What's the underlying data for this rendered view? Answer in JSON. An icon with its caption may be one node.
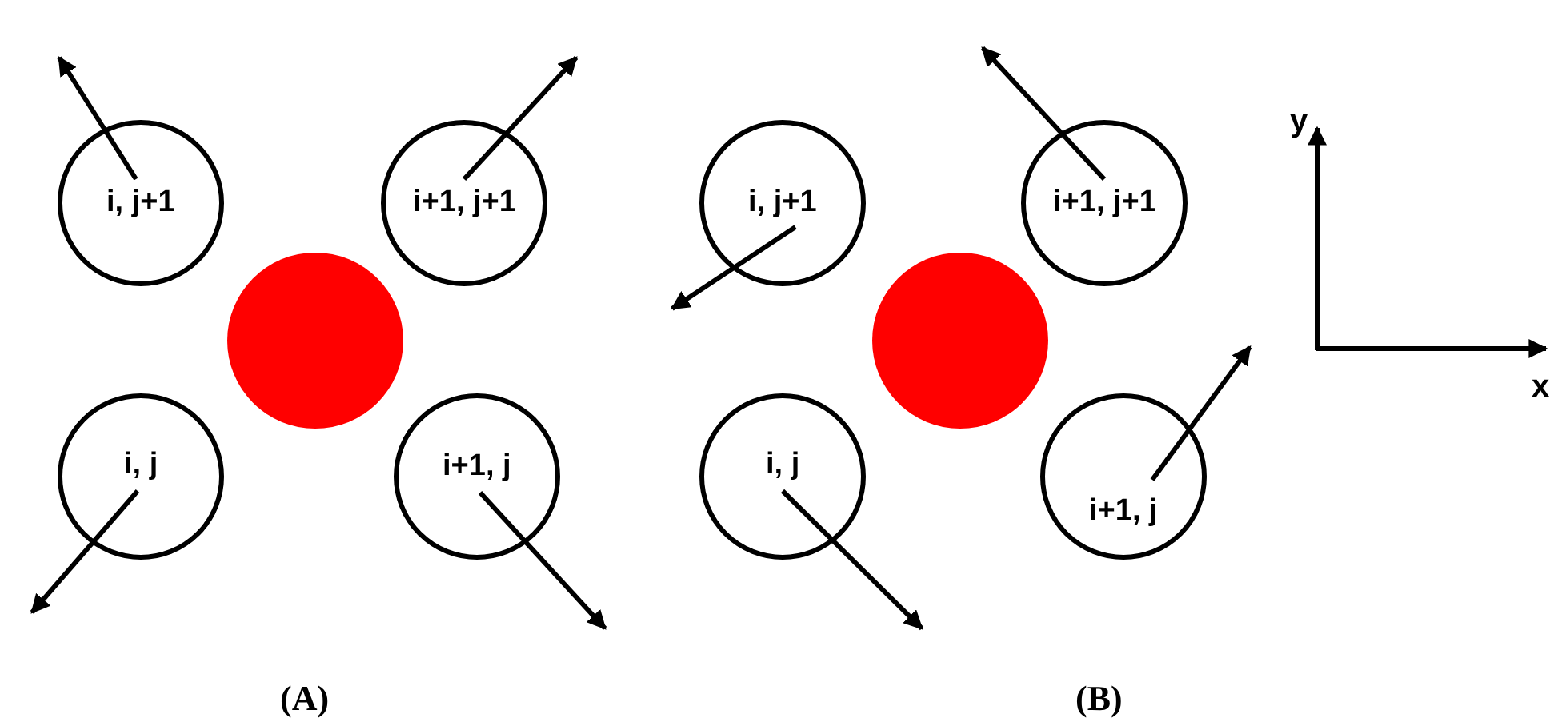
{
  "diagram": {
    "nodes": [
      {
        "text": [
          "i, j+1"
        ]
      },
      {
        "text": [
          "i+1, j+1"
        ]
      },
      {
        "text": [],
        "shape": "circle"
      },
      {
        "text": [
          "i, j"
        ]
      },
      {
        "text": [
          "i+1, j"
        ]
      },
      {
        "text": [
          "i, j+1"
        ]
      },
      {
        "text": [
          "i+1, j+1"
        ]
      },
      {
        "text": [],
        "shape": "circle"
      },
      {
        "text": [
          "i, j"
        ]
      },
      {
        "text": [
          "i+1, j"
        ]
      }
    ],
    "labels": [
      "y",
      "x",
      "(A)",
      "(B)"
    ]
  }
}
